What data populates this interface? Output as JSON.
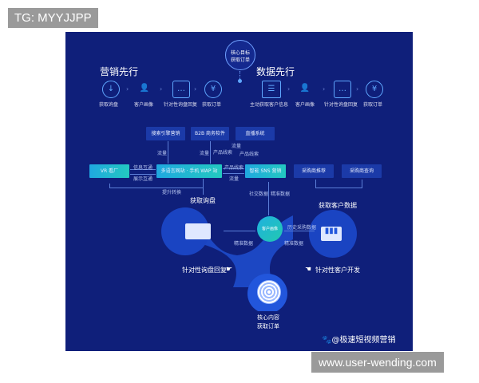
{
  "tag": "TG: MYYJJPP",
  "url_watermark": "www.user-wending.com",
  "center_badge": [
    "核心目标",
    "获取订单"
  ],
  "left_flow": {
    "title": "营销先行",
    "steps": [
      {
        "icon": "cloud-download-icon",
        "label": "获取询盘"
      },
      {
        "icon": "user-icon",
        "label": "客户画像"
      },
      {
        "icon": "chat-icon",
        "label": "针对性询盘回复"
      },
      {
        "icon": "yen-icon",
        "label": "获取订单"
      }
    ]
  },
  "right_flow": {
    "title": "数据先行",
    "steps": [
      {
        "icon": "id-card-icon",
        "label": "主动获取客户信息"
      },
      {
        "icon": "user-icon",
        "label": "客户画像"
      },
      {
        "icon": "chat-icon",
        "label": "针对性询盘回复"
      },
      {
        "icon": "yen-icon",
        "label": "获取订单"
      }
    ]
  },
  "top_boxes": [
    "搜索引擎营销",
    "B2B 商务软件",
    "直播系统"
  ],
  "row_boxes": [
    "VR 看厂",
    "多语言网站 · 手机 WAP 站",
    "智能 SNS 营销",
    "采购商推荐",
    "采购商查询"
  ],
  "edge_labels": {
    "flow1": "流量",
    "flow2": "流量",
    "lead1": "产品线索",
    "flow3": "流量",
    "lead2": "产品线索",
    "info": "信息互通",
    "show": "展示互通",
    "lead3": "产品线索",
    "flow4": "流量",
    "convert": "提升转换",
    "social": "社交数据",
    "precise": "精准数据"
  },
  "result_left": "获取询盘",
  "result_right": "获取客户数据",
  "bottom": {
    "center": "客户画像",
    "history": "历史采购数据",
    "precise_l": "精准数据",
    "precise_r": "精准数据",
    "left_label": "针对性询盘回复",
    "right_label": "针对性客户开发",
    "core": [
      "核心内容",
      "获取订单"
    ]
  },
  "watermark": "🐾@极速短视频营销",
  "colors": {
    "panel": "#0f1f7a",
    "accent": "#23c9c0",
    "icon": "#5fa8ff"
  }
}
